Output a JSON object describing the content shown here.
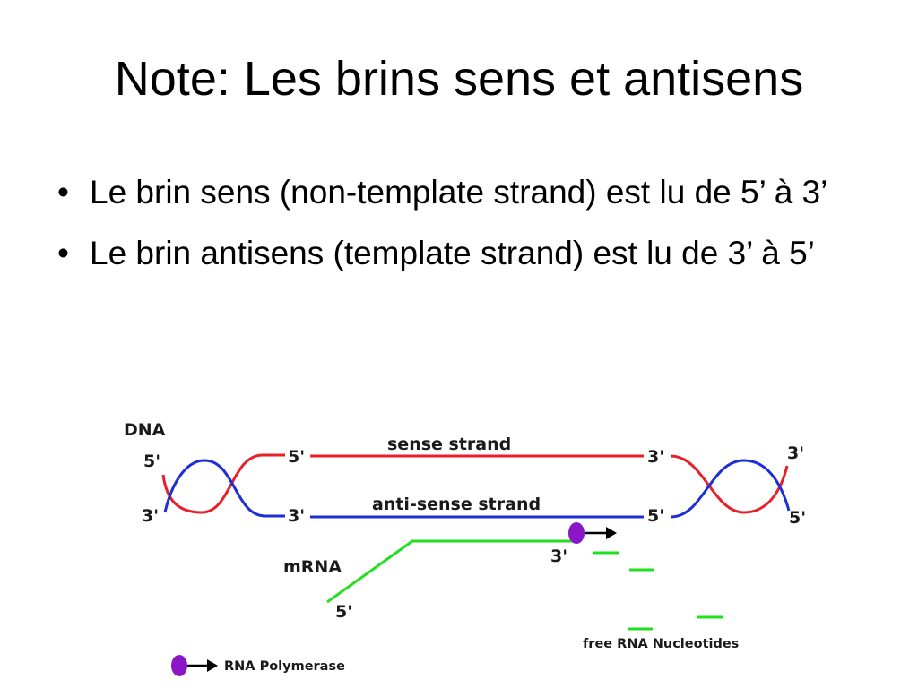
{
  "slide": {
    "title": "Note: Les brins sens et antisens",
    "bullet_marker": "•",
    "bullets": [
      {
        "text": "Le brin sens (non-template strand) est lu de 5’ à 3’"
      },
      {
        "text": "Le brin antisens (template strand) est lu de 3’ à 5’"
      }
    ]
  },
  "diagram": {
    "dna_label": "DNA",
    "sense_strand_label": "sense strand",
    "antisense_strand_label": "anti-sense strand",
    "mrna_label": "mRNA",
    "free_nucleotides_label": "free RNA Nucleotides",
    "rna_polymerase_label": "RNA Polymerase",
    "end_labels": {
      "left_top_5": "5'",
      "left_bottom_3": "3'",
      "sense_left_5": "5'",
      "antisense_left_3": "3'",
      "sense_right_3": "3'",
      "antisense_right_5": "5'",
      "right_top_3": "3'",
      "right_bottom_5": "5'",
      "mrna_3": "3'",
      "mrna_5": "5'"
    },
    "colors": {
      "sense": "#e8202a",
      "antisense": "#1f2fd6",
      "mrna": "#22e020",
      "polymerase": "#8a16c8"
    }
  }
}
